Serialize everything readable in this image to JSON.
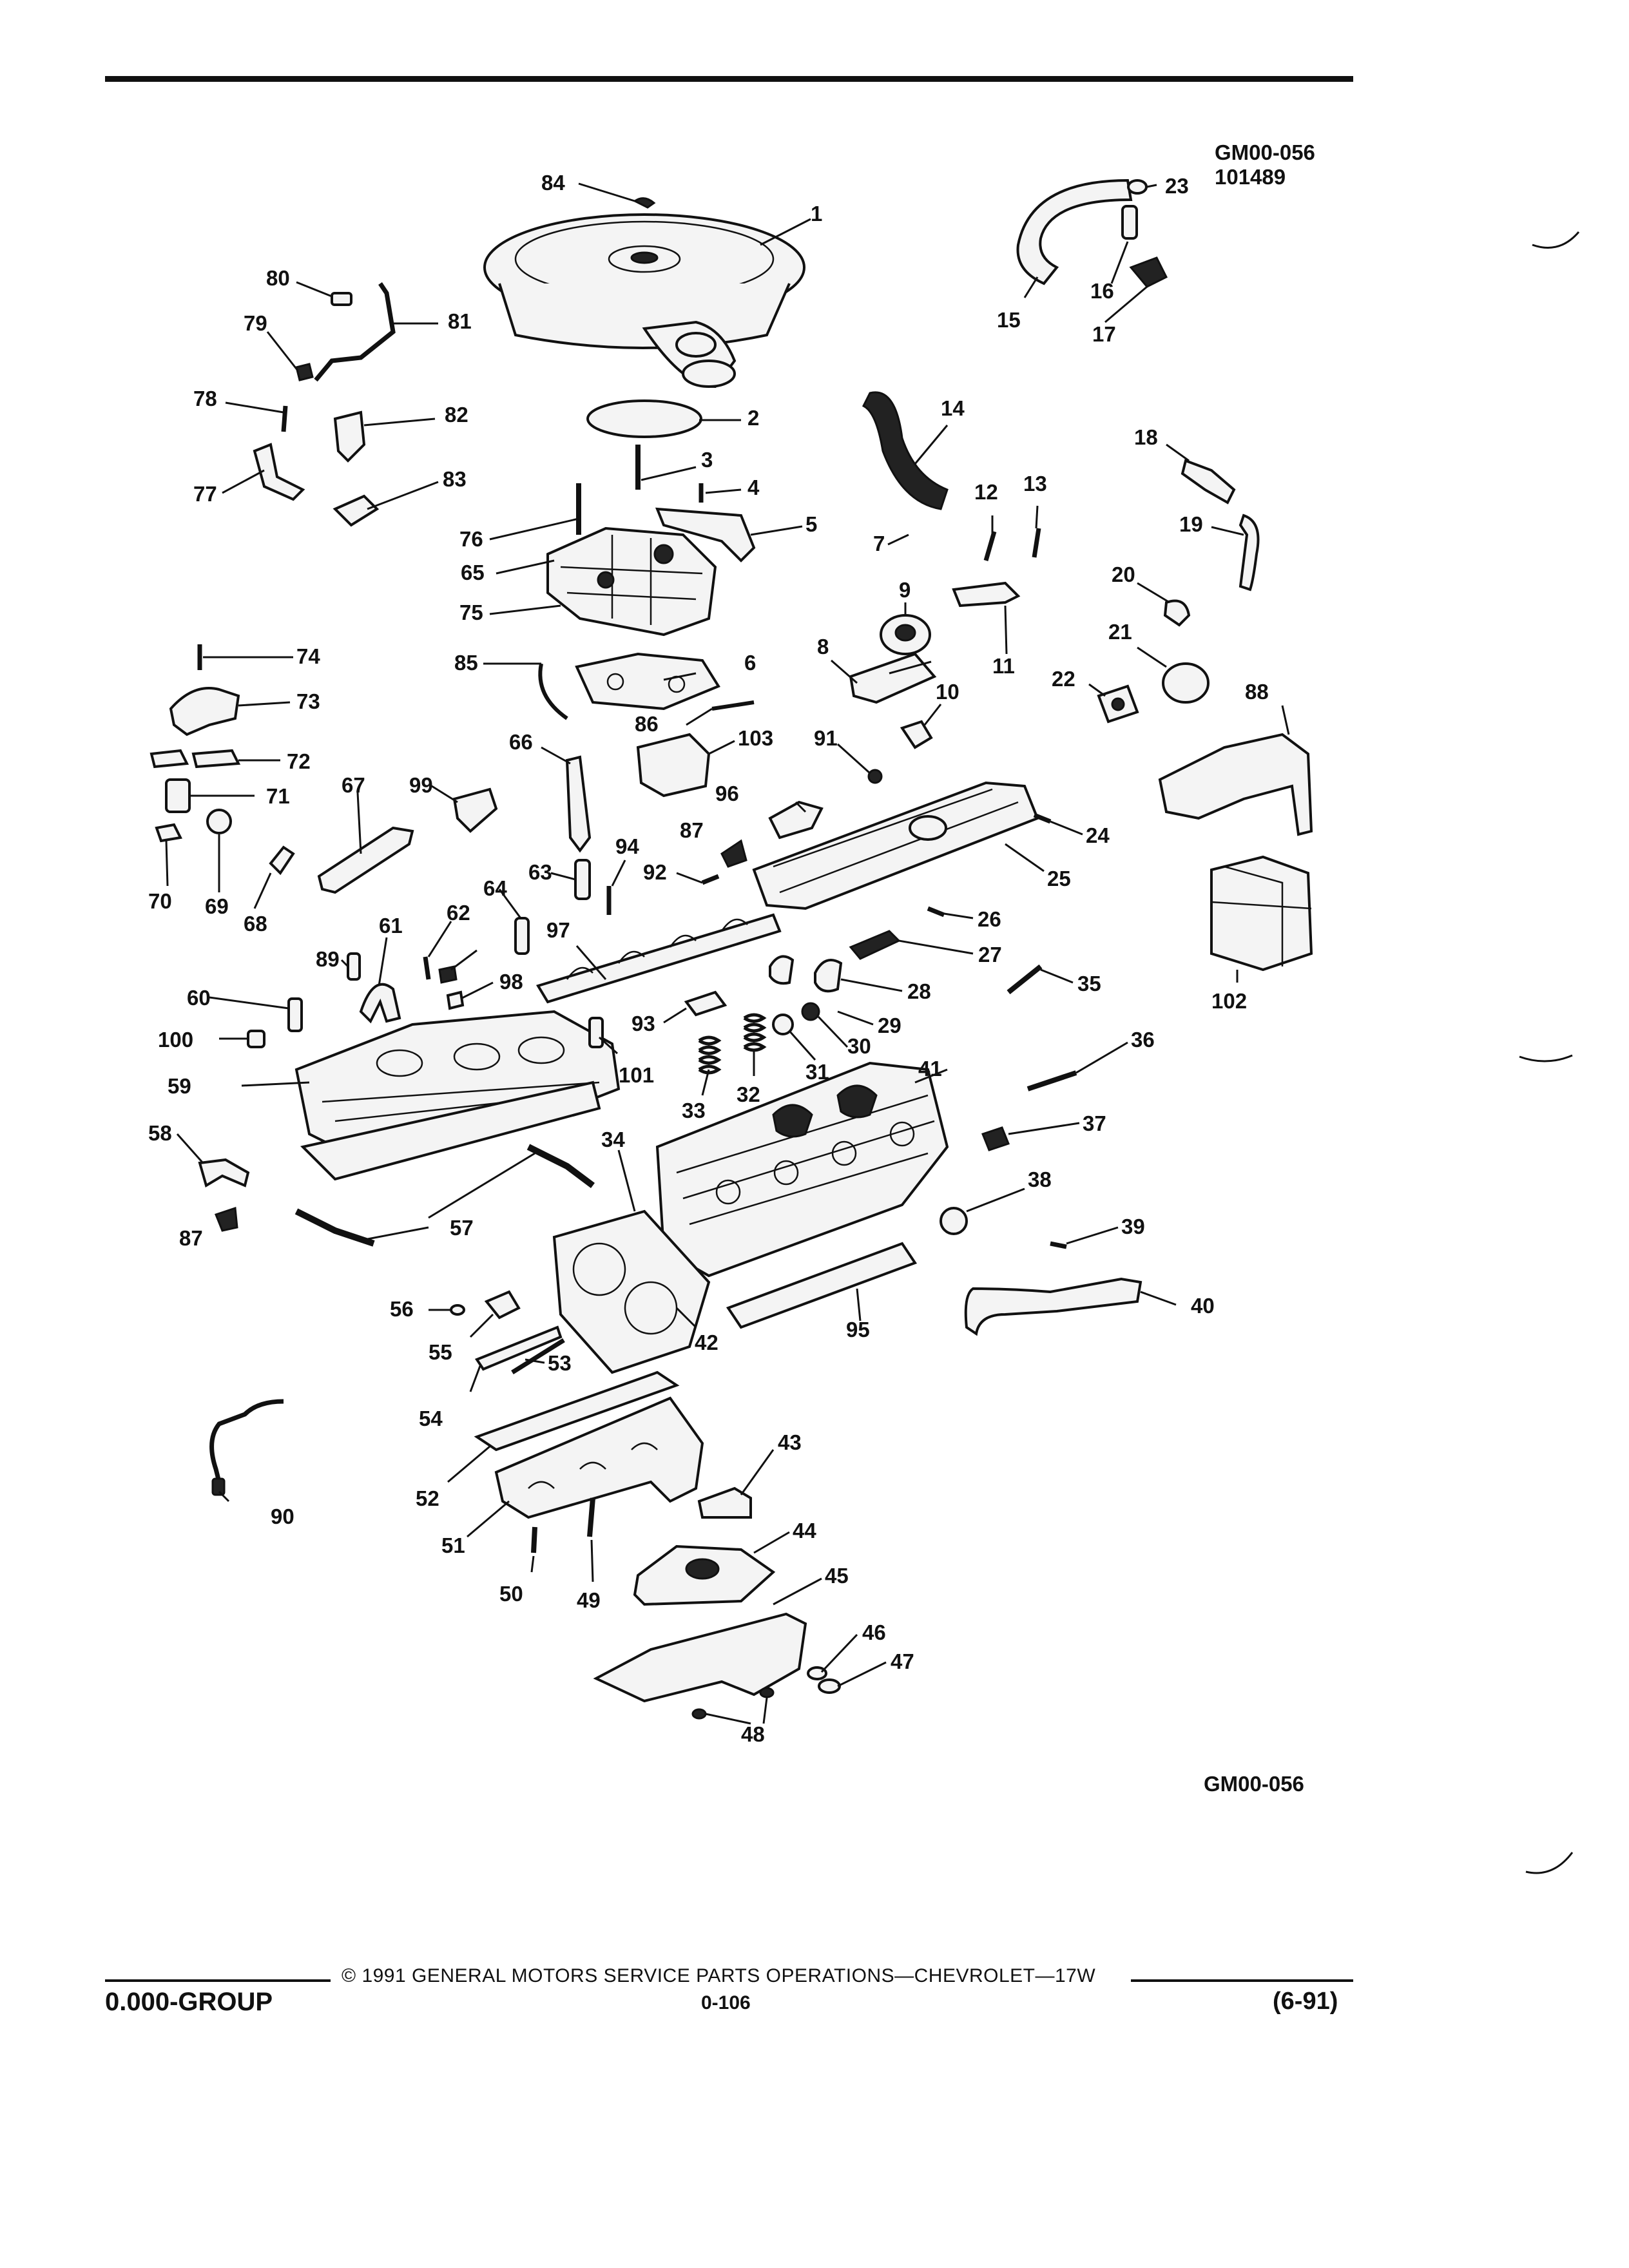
{
  "header": {
    "ref_code": "GM00-056",
    "ref_date": "101489"
  },
  "figure": {
    "code": "GM00-056",
    "callouts": [
      "1",
      "2",
      "3",
      "4",
      "5",
      "6",
      "7",
      "8",
      "9",
      "10",
      "11",
      "12",
      "13",
      "14",
      "15",
      "16",
      "17",
      "18",
      "19",
      "20",
      "21",
      "22",
      "23",
      "24",
      "25",
      "26",
      "27",
      "28",
      "29",
      "30",
      "31",
      "32",
      "33",
      "34",
      "35",
      "36",
      "37",
      "38",
      "39",
      "40",
      "41",
      "42",
      "43",
      "44",
      "45",
      "46",
      "47",
      "48",
      "49",
      "50",
      "51",
      "52",
      "53",
      "54",
      "55",
      "56",
      "57",
      "58",
      "59",
      "60",
      "61",
      "62",
      "63",
      "64",
      "65",
      "66",
      "67",
      "68",
      "69",
      "70",
      "71",
      "72",
      "73",
      "74",
      "75",
      "76",
      "77",
      "78",
      "79",
      "80",
      "81",
      "82",
      "83",
      "84",
      "85",
      "86",
      "87",
      "88",
      "89",
      "90",
      "91",
      "92",
      "93",
      "94",
      "95",
      "96",
      "97",
      "98",
      "99",
      "100",
      "101",
      "102",
      "103"
    ]
  },
  "footer": {
    "copyright": "© 1991 GENERAL MOTORS SERVICE PARTS OPERATIONS—CHEVROLET—17W",
    "group": "0.000-GROUP",
    "page_number": "0-106",
    "revision": "(6-91)"
  }
}
